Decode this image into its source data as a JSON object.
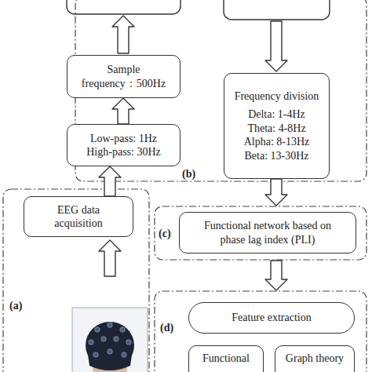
{
  "diagram": {
    "nodes": [
      {
        "text": [
          "(b)"
        ]
      },
      {
        "text": [
          "Sample frequency：500Hz"
        ],
        "in": 0
      },
      {
        "text": [
          "Frequency division",
          "Delta: 1-4Hz",
          "Theta: 4-8Hz",
          "Alpha: 8-13Hz",
          "Beta: 13-30Hz"
        ],
        "in": 0
      },
      {
        "text": [
          "Low-pass: 1Hz High-pass: 30Hz"
        ],
        "in": 0
      },
      {
        "text": [
          "(a)"
        ]
      },
      {
        "text": [
          "EEG data acquisition"
        ],
        "in": 4
      },
      {
        "text": [
          "(c)"
        ]
      },
      {
        "text": [
          "Functional network based on phase lag index (PLI)"
        ],
        "in": 6
      },
      {
        "text": [
          "(d)"
        ]
      },
      {
        "text": [
          "Feature extraction"
        ],
        "in": 8
      },
      {
        "text": [
          "Functional"
        ],
        "in": 8
      },
      {
        "text": [
          "Graph theory"
        ],
        "in": 8
      }
    ],
    "edges": [
      {
        "from": 3,
        "to": 1,
        "arrow": "to"
      },
      {
        "from": 5,
        "to": 3,
        "arrow": "to"
      },
      {
        "from": 2,
        "to": 6,
        "arrow": "to"
      },
      {
        "from": 6,
        "to": 8,
        "arrow": "to"
      }
    ]
  }
}
